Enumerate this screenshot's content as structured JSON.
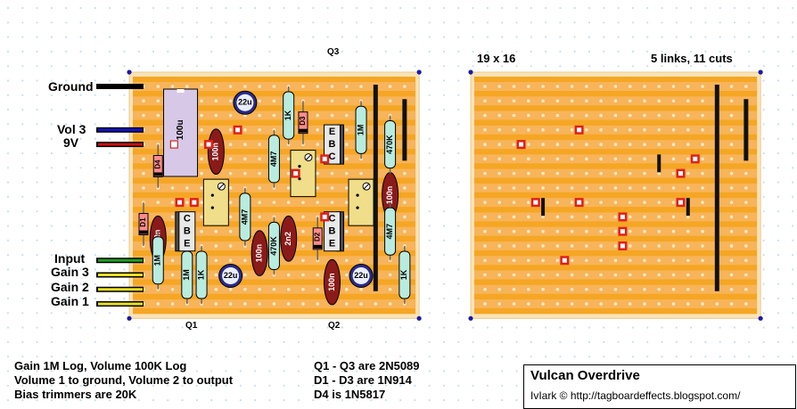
{
  "board_left": {
    "labels": {
      "q3": "Q3",
      "q1": "Q1",
      "q2": "Q2"
    },
    "wires": {
      "ground": "Ground",
      "vol3": "Vol 3",
      "nine_v": "9V",
      "input": "Input",
      "gain3": "Gain 3",
      "gain2": "Gain 2",
      "gain1": "Gain 1"
    },
    "components": {
      "cap_100u": "100u",
      "cap_22u_top": "22u",
      "cap_22u_mid": "22u",
      "cap_22u_right": "22u",
      "cap_100n_a": "100n",
      "cap_100n_b": "100n",
      "cap_100n_c": "100n",
      "cap_100n_d": "100n",
      "cap_100n_e": "100n",
      "cap_2n2": "2n2",
      "res_1k_top": "1K",
      "res_1m_top": "1M",
      "res_470k_top": "470K",
      "res_4m7_a": "4M7",
      "res_4m7_b": "4M7",
      "res_4m7_c": "4M7",
      "res_470k_mid": "470K",
      "res_1m_left": "1M",
      "res_1m_bot": "1M",
      "res_1k_bot": "1K",
      "res_1k_right": "1K",
      "d1": "D1",
      "d2": "D2",
      "d3": "D3",
      "d4": "D4",
      "q1_pins": [
        "C",
        "B",
        "E"
      ],
      "q2_pins": [
        "C",
        "B",
        "E"
      ],
      "q3_pins": [
        "E",
        "B",
        "C"
      ]
    }
  },
  "board_right": {
    "size": "19 x 16",
    "summary": "5 links, 11 cuts"
  },
  "notes_left": [
    "Gain 1M Log, Volume 100K Log",
    "Volume 1 to ground, Volume 2 to output",
    "Bias trimmers are 20K"
  ],
  "notes_right": [
    "Q1 - Q3 are 2N5089",
    "D1 - D3 are 1N914",
    "D4 is 1N5817"
  ],
  "title": "Vulcan Overdrive",
  "credit": "IvIark © http://tagboardeffects.blogspot.com/",
  "colors": {
    "board": "#f5a623",
    "strip": "#f7b45a",
    "hole": "#ffe8c0",
    "grid_dot": "#c8dff2",
    "link": "#111111",
    "cut": "#e0201a",
    "resistor": "#b8ece0",
    "cap_film": "#8b1a1a",
    "cap_elec": "#2a2a8a",
    "trimmer": "#f0de8a",
    "ic_body": "#d8c8e8",
    "wire_ground": "#000000",
    "wire_vol3": "#1010cc",
    "wire_9v": "#cc1010",
    "wire_input": "#20a020",
    "wire_gain": "#e8e020"
  }
}
